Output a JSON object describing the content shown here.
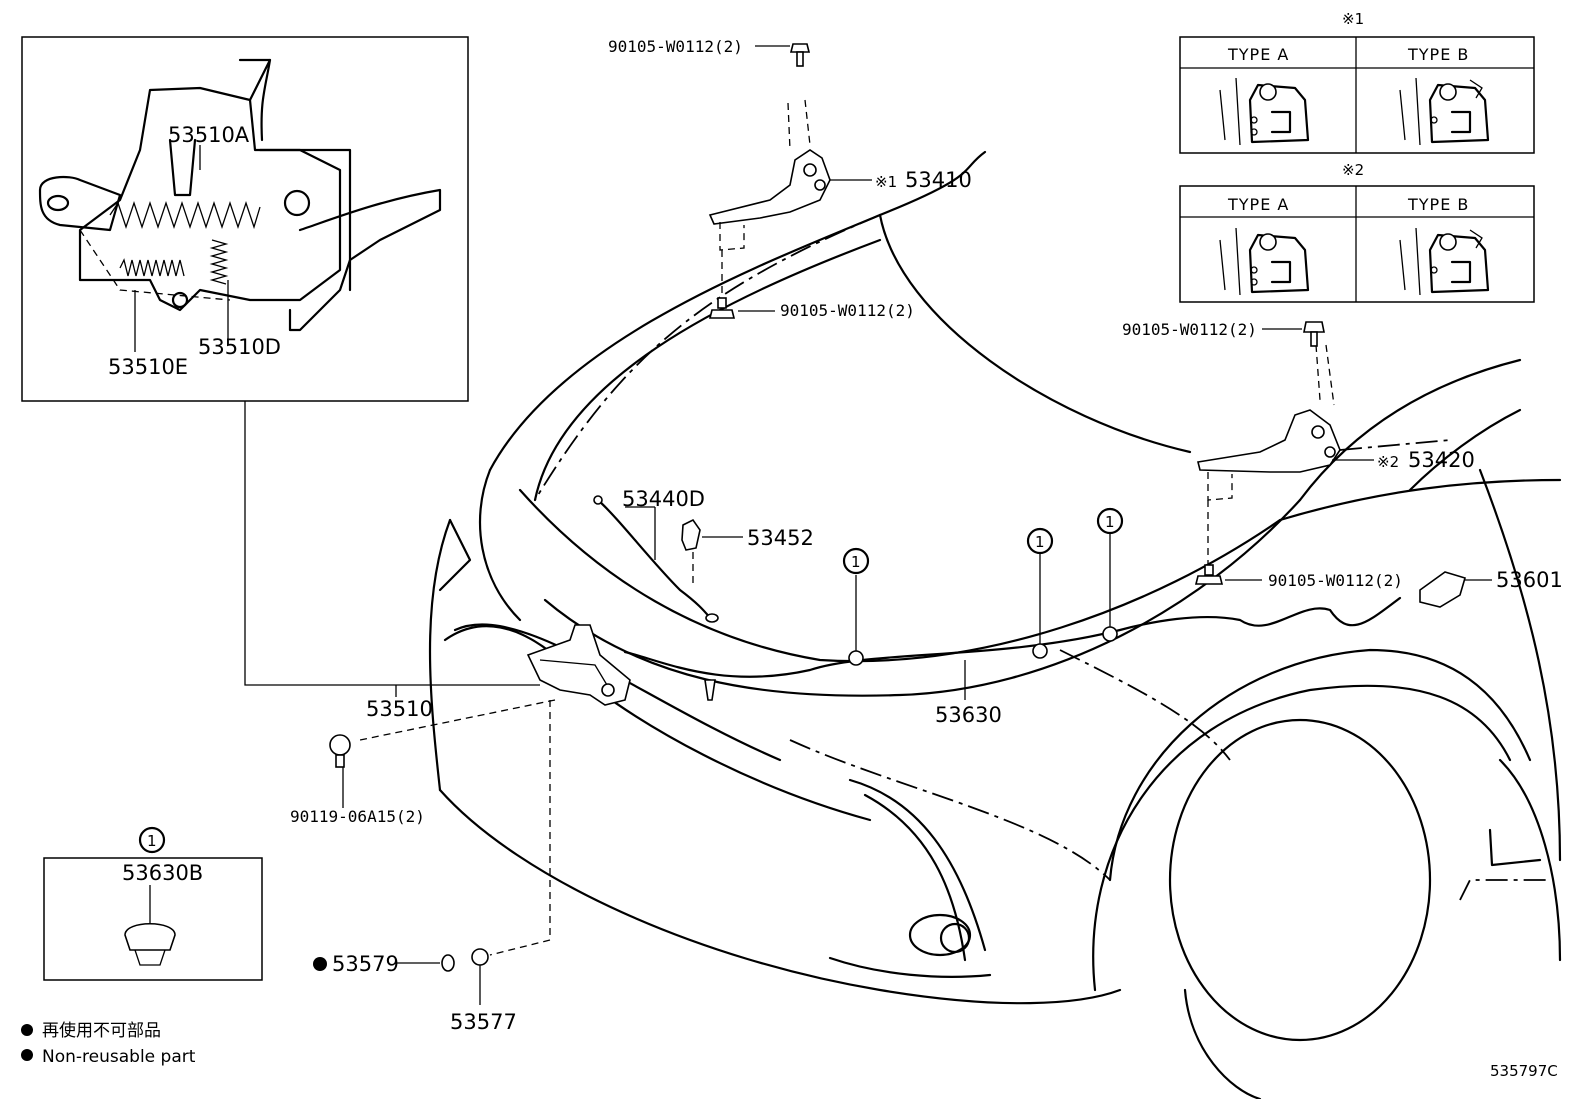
{
  "callouts": {
    "p53510A": "53510A",
    "p53510E": "53510E",
    "p53510D": "53510D",
    "p53510": "53510",
    "p53630B": "53630B",
    "p53579": "53579",
    "p53577": "53577",
    "p53440D": "53440D",
    "p53452": "53452",
    "p53630": "53630",
    "p53410": "53410",
    "p53420": "53420",
    "p53601": "53601",
    "bolt_top": "90105-W0112(2)",
    "bolt_mid": "90105-W0112(2)",
    "bolt_right_top": "90105-W0112(2)",
    "bolt_right_low": "90105-W0112(2)",
    "bolt_latch": "90119-06A15(2)"
  },
  "refs": {
    "mark1": "※1",
    "mark2": "※2",
    "circle1": "1"
  },
  "type_tables": {
    "type_a": "TYPE A",
    "type_b": "TYPE B"
  },
  "legend": {
    "non_reusable_jp": "再使用不可部品",
    "non_reusable_en": "Non-reusable part"
  },
  "diagram_code": "535797C"
}
